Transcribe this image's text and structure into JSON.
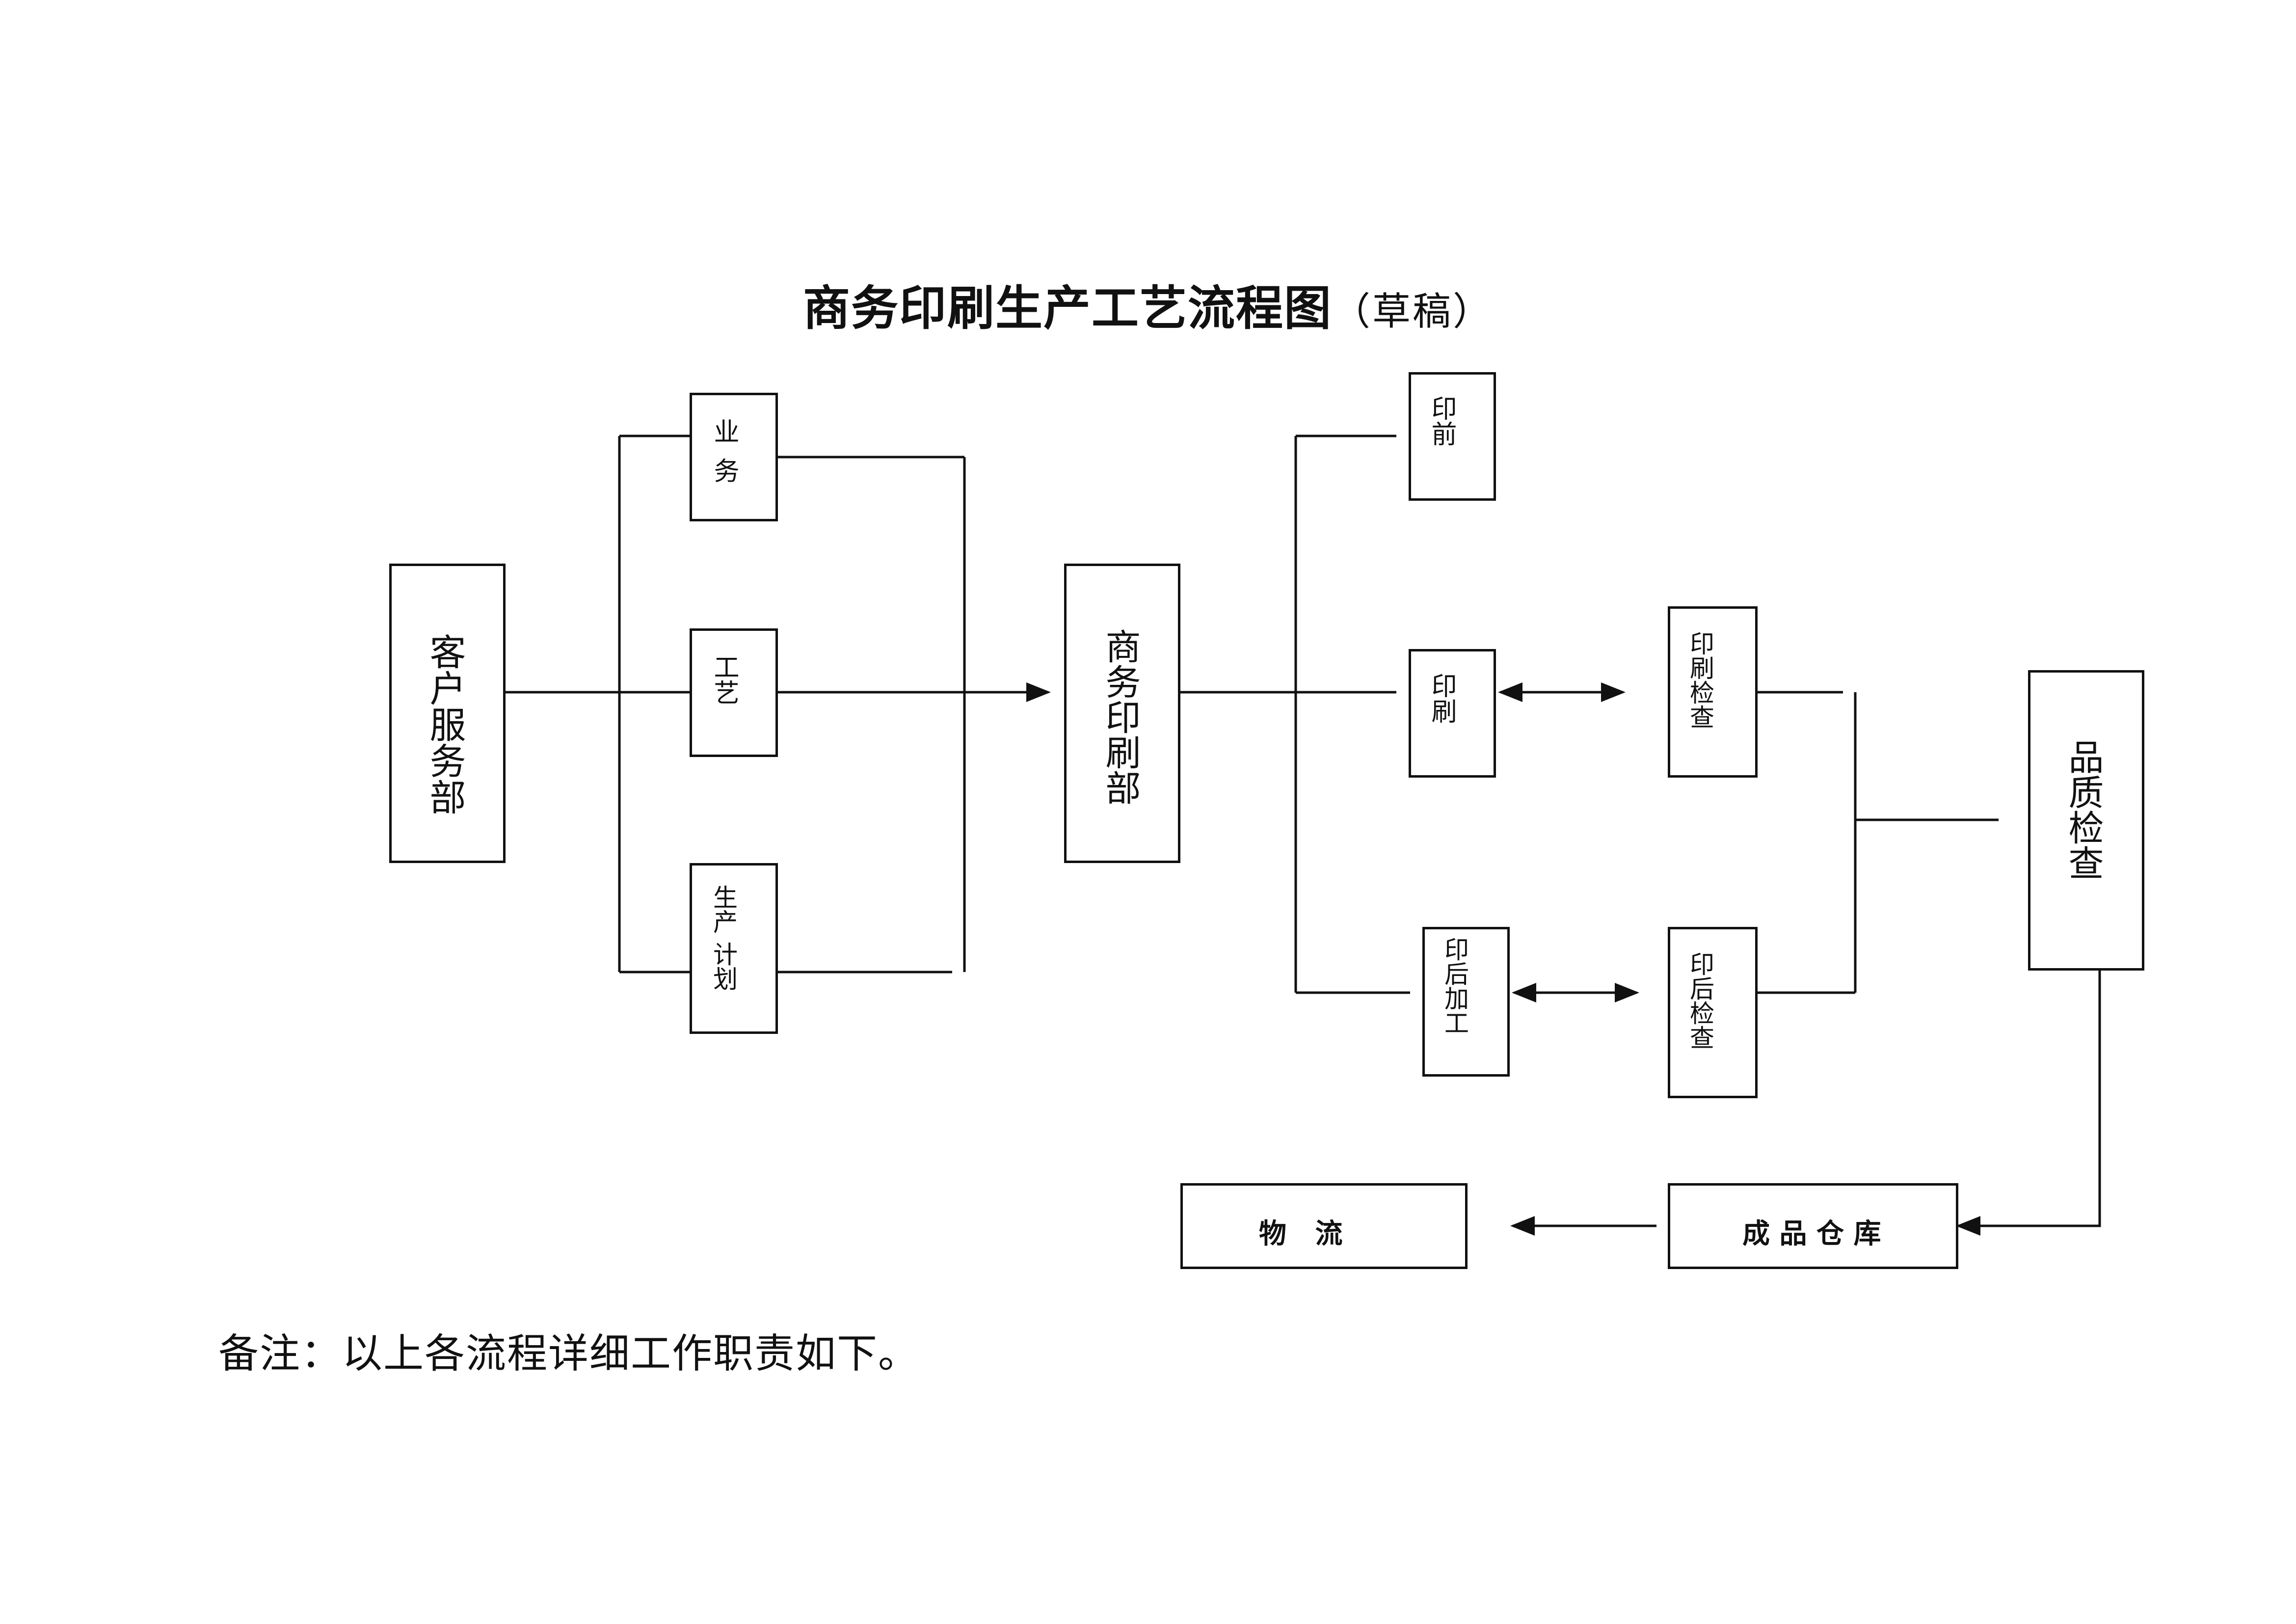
{
  "title": {
    "main": "商务印刷生产工艺流程图",
    "sub": "（草稿）"
  },
  "nodes": {
    "customer_service": "客户服务部",
    "business": "业务",
    "craft": "工艺",
    "production_plan_a": "生产",
    "production_plan_b": "计划",
    "commercial_printing": "商务印刷部",
    "prepress": "印前",
    "printing": "印刷",
    "postpress": "印后加工",
    "print_check": "印刷检查",
    "postpress_check": "印后检查",
    "quality_check": "品质检查",
    "finished_warehouse": "成 品 仓 库",
    "logistics": "物   流"
  },
  "note": "备注：以上各流程详细工作职责如下。"
}
